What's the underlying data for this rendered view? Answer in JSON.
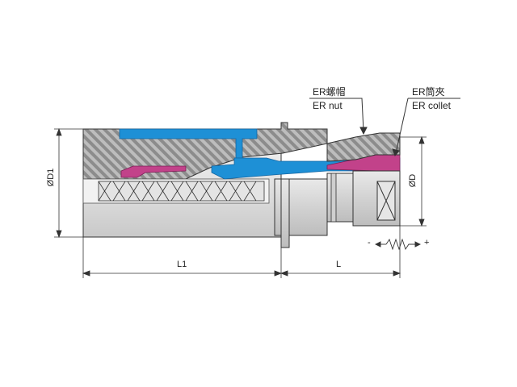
{
  "labels": {
    "er_nut_cn": "ER螺帽",
    "er_nut_en": "ER nut",
    "er_collet_cn": "ER筒夾",
    "er_collet_en": "ER collet"
  },
  "dimensions": {
    "d1": "ØD1",
    "d": "ØD",
    "l1": "L1",
    "l": "L"
  },
  "adjust_symbols": {
    "minus": "-",
    "plus": "+"
  },
  "colors": {
    "blue": "#1e90d6",
    "magenta": "#c2428a",
    "body_gray": "#d6d6d6",
    "hatch_dark": "#8a8a8a",
    "outline": "#333333"
  }
}
